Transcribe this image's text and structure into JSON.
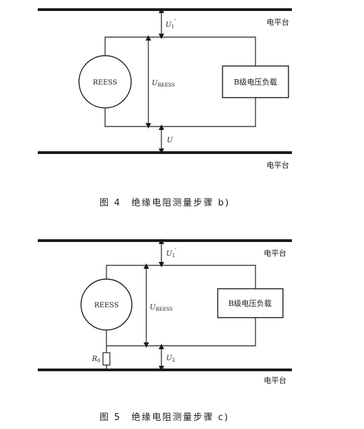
{
  "figures": [
    {
      "caption": "图 4　绝缘电阻测量步骤 b)",
      "top_platform_label": "电平台",
      "bottom_platform_label": "电平台",
      "source_label": "REESS",
      "load_label": "B级电压负载",
      "voltage_reess_main": "U",
      "voltage_reess_sub": "REESS",
      "voltage_top_main": "U",
      "voltage_top_sub": "1",
      "voltage_top_prime": "′",
      "voltage_bottom_main": "U",
      "voltage_bottom_sub": ""
    },
    {
      "caption": "图 5　绝缘电阻测量步骤 c)",
      "top_platform_label": "电平台",
      "bottom_platform_label": "电平台",
      "source_label": "REESS",
      "load_label": "B级电压负载",
      "voltage_reess_main": "U",
      "voltage_reess_sub": "REESS",
      "voltage_top_main": "U",
      "voltage_top_sub": "1",
      "voltage_top_prime": "′",
      "voltage_bottom_main": "U",
      "voltage_bottom_sub": "2",
      "resistor_main": "R",
      "resistor_sub": "0"
    }
  ]
}
